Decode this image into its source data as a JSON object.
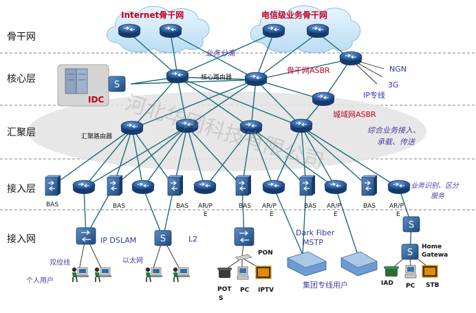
{
  "layers": {
    "backbone": "骨干网",
    "core": "核心层",
    "aggregation": "汇聚层",
    "access_layer": "接入层",
    "access_net": "接入网"
  },
  "clouds": {
    "internet": "Internet骨干网",
    "telecom": "电信级业务骨干网"
  },
  "annotations": {
    "service_split": "业务分离",
    "core_router": "核心路由器",
    "backbone_asbr": "骨干网ASBR",
    "ngn": "NGN",
    "3g": "3G",
    "ip_line": "IP专线",
    "metro_asbr": "城域网ASBR",
    "idc": "IDC",
    "agg_router": "汇聚路由器",
    "integrated": [
      "综合业务接入、",
      "承载、传送"
    ],
    "service_id": [
      "业务识别、区分",
      "服务"
    ],
    "dark_fiber": [
      "Dark Fiber",
      "MSTP"
    ],
    "enterprise_users": "集团专线用户"
  },
  "access_devices": {
    "bas": "BAS",
    "arpe": [
      "AR/P",
      "E"
    ]
  },
  "access_net": {
    "ip_dslam": "IP DSLAM",
    "l2": "L2",
    "pon": "PON",
    "twisted_pair": "双绞线",
    "ethernet": "以太网",
    "personal_users": "个人用户",
    "pots": [
      "POT",
      "S"
    ],
    "pc": "PC",
    "iptv": "IPTV",
    "home_gateway": [
      "Home",
      "Gatewa"
    ],
    "iad": "IAD",
    "stb": "STB"
  },
  "watermark": "河北华网科技有限公司",
  "colors": {
    "router_blue": "#1d4f8f",
    "link_teal": "#1a6b7a",
    "label_red": "#c0001a",
    "label_blue": "#2a3aa0",
    "label_purple": "#4b3fa6"
  }
}
